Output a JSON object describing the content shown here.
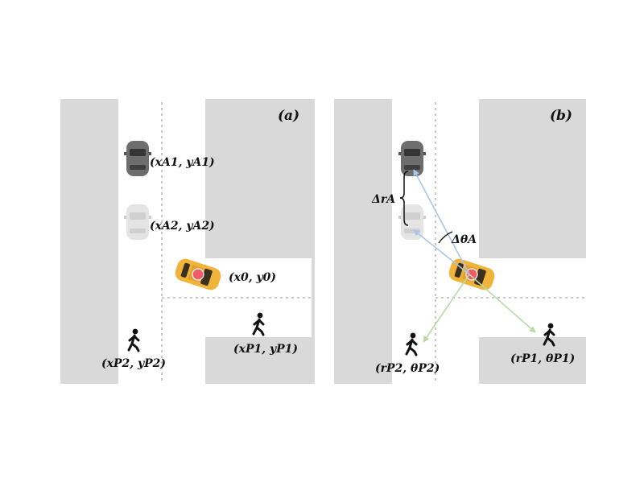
{
  "panel_a": {
    "tag": "(a)",
    "labels": {
      "car_a1": "(xA1, yA1)",
      "car_a2": "(xA2, yA2)",
      "ego": "(x0, y0)",
      "ped_p1": "(xP1, yP1)",
      "ped_p2": "(xP2, yP2)"
    }
  },
  "panel_b": {
    "tag": "(b)",
    "labels": {
      "delta_r": "ΔrA",
      "delta_theta": "ΔθA",
      "ped_p1": "(rP1, θP1)",
      "ped_p2": "(rP2, θP2)"
    }
  },
  "colors": {
    "road_block": "#d9d9d9",
    "road_surface": "#ffffff",
    "lane_marking": "#c8c8c8",
    "ego_car": "#f0b43a",
    "ego_marker": "#ef5b68",
    "car_a1": "#6e6e6e",
    "car_a2": "#e4e4e4",
    "pedestrian": "#111111",
    "arrow_vehicle": "#a9c7e8",
    "arrow_pedestrian": "#b8dba5"
  },
  "icons": [
    "car-icon",
    "ego-car-icon",
    "pedestrian-icon",
    "bracket-icon"
  ]
}
